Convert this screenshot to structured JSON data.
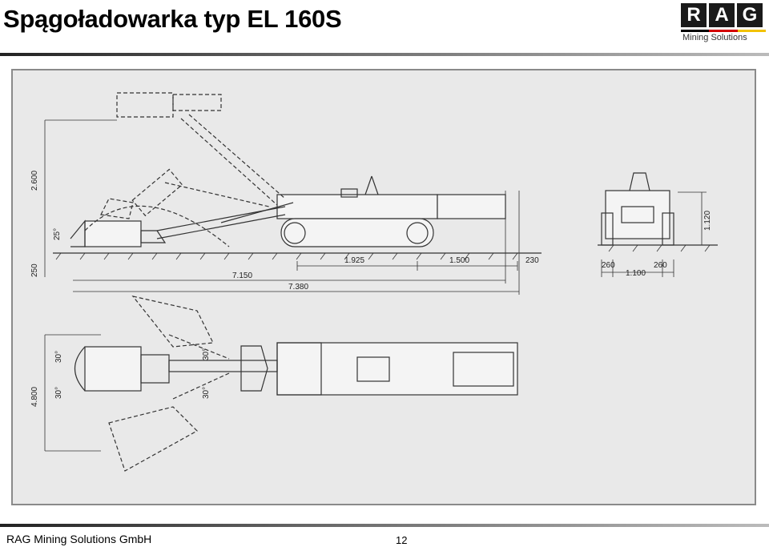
{
  "header": {
    "title": "Spągoładowarka typ EL 160S"
  },
  "logo": {
    "letters": [
      "R",
      "A",
      "G"
    ],
    "subtitle": "Mining Solutions",
    "stripe_colors": [
      "#000000",
      "#d40000",
      "#f2c200"
    ]
  },
  "drawing": {
    "side_view": {
      "dims": {
        "height_total": "2.600",
        "height_base": "250",
        "angle": "25°",
        "len_a": "1.925",
        "len_b": "1.500",
        "len_c": "230",
        "len_total_1": "7.150",
        "len_total_2": "7.380"
      }
    },
    "front_view": {
      "dims": {
        "height": "1.120",
        "side_left": "260",
        "width": "1.100",
        "side_right": "260"
      }
    },
    "top_view": {
      "dims": {
        "width_total": "4.800",
        "angle_1": "30°",
        "angle_2": "30°",
        "angle_3": "30°",
        "angle_4": "30°"
      }
    }
  },
  "footer": {
    "company": "RAG Mining Solutions GmbH",
    "page_number": "12"
  }
}
